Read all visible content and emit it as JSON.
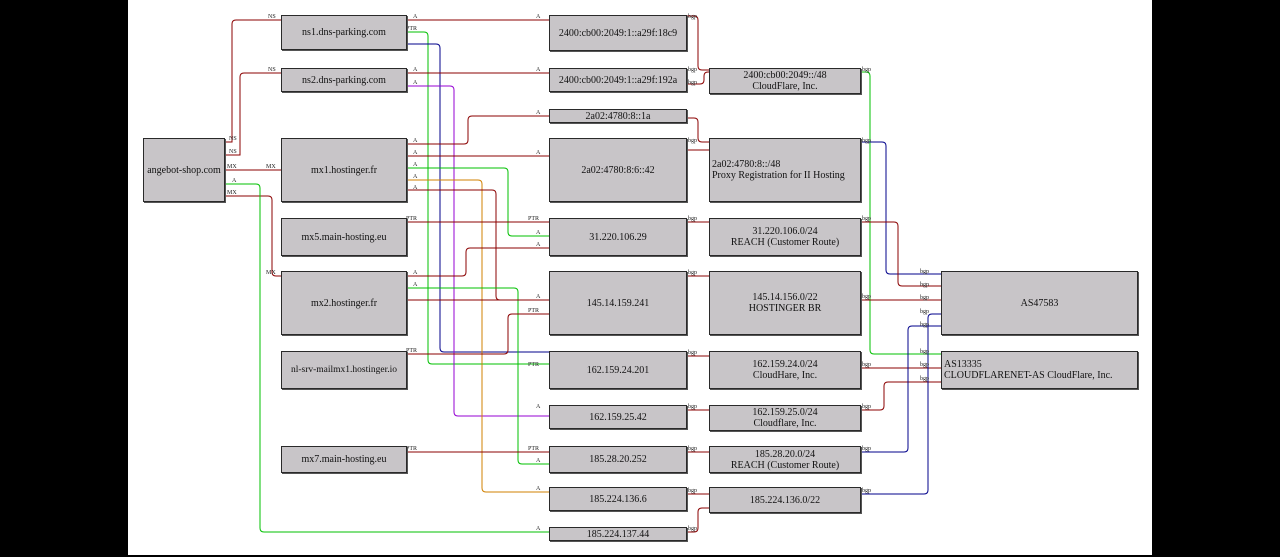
{
  "nodes": {
    "domain": "angebot-shop.com",
    "ns1": "ns1.dns-parking.com",
    "ns2": "ns2.dns-parking.com",
    "mx1": "mx1.hostinger.fr",
    "mx5": "mx5.main-hosting.eu",
    "mx2": "mx2.hostinger.fr",
    "nlsrv": "nl-srv-mailmx1.hostinger.io",
    "mx7": "mx7.main-hosting.eu",
    "ip6a": "2400:cb00:2049:1::a29f:18c9",
    "ip6b": "2400:cb00:2049:1::a29f:192a",
    "ip6c": "2a02:4780:8::1a",
    "ip6d": "2a02:4780:8:6::42",
    "ip1": "31.220.106.29",
    "ip2": "145.14.159.241",
    "ip3": "162.159.24.201",
    "ip4": "162.159.25.42",
    "ip5": "185.28.20.252",
    "ip6": "185.224.136.6",
    "ip7": "185.224.137.44",
    "pfx1": {
      "l1": "2400:cb00:2049::/48",
      "l2": "CloudFlare, Inc."
    },
    "pfx2": {
      "l1": "2a02:4780:8::/48",
      "l2": "Proxy Registration for II Hosting"
    },
    "pfx3": {
      "l1": "31.220.106.0/24",
      "l2": "REACH (Customer Route)"
    },
    "pfx4": {
      "l1": "145.14.156.0/22",
      "l2": "HOSTINGER BR"
    },
    "pfx5": {
      "l1": "162.159.24.0/24",
      "l2": "CloudHare, Inc."
    },
    "pfx6": {
      "l1": "162.159.25.0/24",
      "l2": "Cloudflare, Inc."
    },
    "pfx7": {
      "l1": "185.28.20.0/24",
      "l2": "REACH (Customer Route)"
    },
    "pfx8": {
      "l1": "185.224.136.0/22"
    },
    "as1": "AS47583",
    "as2": {
      "l1": "AS13335",
      "l2": "CLOUDFLARENET-AS CloudFlare, Inc."
    }
  },
  "edge_labels": {
    "ns": "NS",
    "mx": "MX",
    "a": "A",
    "ptr": "PTR",
    "bgp": "bgp"
  },
  "colors": {
    "red": "#8b0000",
    "green": "#00c000",
    "blue": "#00008b",
    "purple": "#9400d3",
    "orange": "#d08000",
    "node_fill": "#c8c5c8"
  }
}
